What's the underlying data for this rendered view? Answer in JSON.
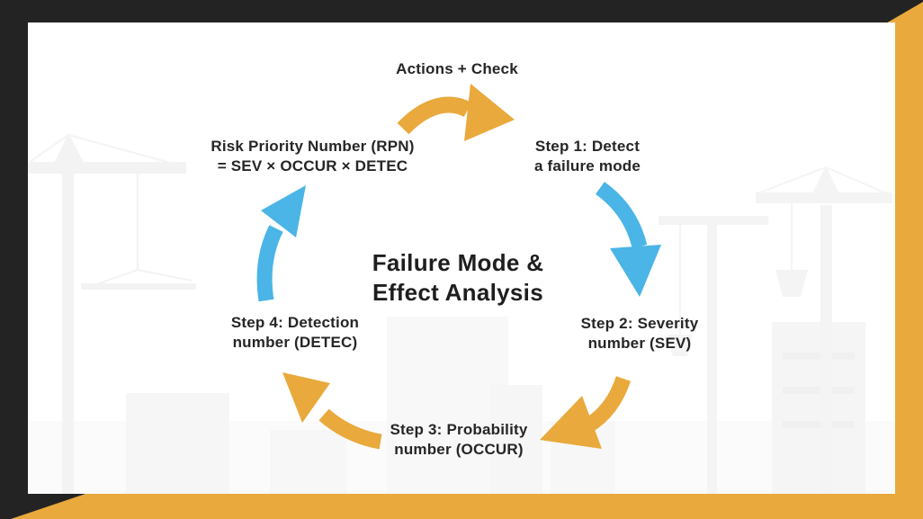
{
  "colors": {
    "frame_dark": "#232323",
    "accent_yellow": "#E9A93C",
    "arrow_blue": "#4AB5E6",
    "card_white": "#FFFFFF",
    "text_dark": "#262626"
  },
  "title": {
    "line1": "Failure Mode &",
    "line2": "Effect Analysis"
  },
  "nodes": {
    "actions": {
      "label": "Actions + Check"
    },
    "step1": {
      "line1": "Step 1: Detect",
      "line2": "a failure mode"
    },
    "step2": {
      "line1": "Step 2: Severity",
      "line2": "number (SEV)"
    },
    "step3": {
      "line1": "Step 3: Probability",
      "line2": "number (OCCUR)"
    },
    "step4": {
      "line1": "Step 4: Detection",
      "line2": "number (DETEC)"
    },
    "rpn": {
      "line1": "Risk Priority Number (RPN)",
      "line2": "= SEV × OCCUR × DETEC"
    }
  }
}
